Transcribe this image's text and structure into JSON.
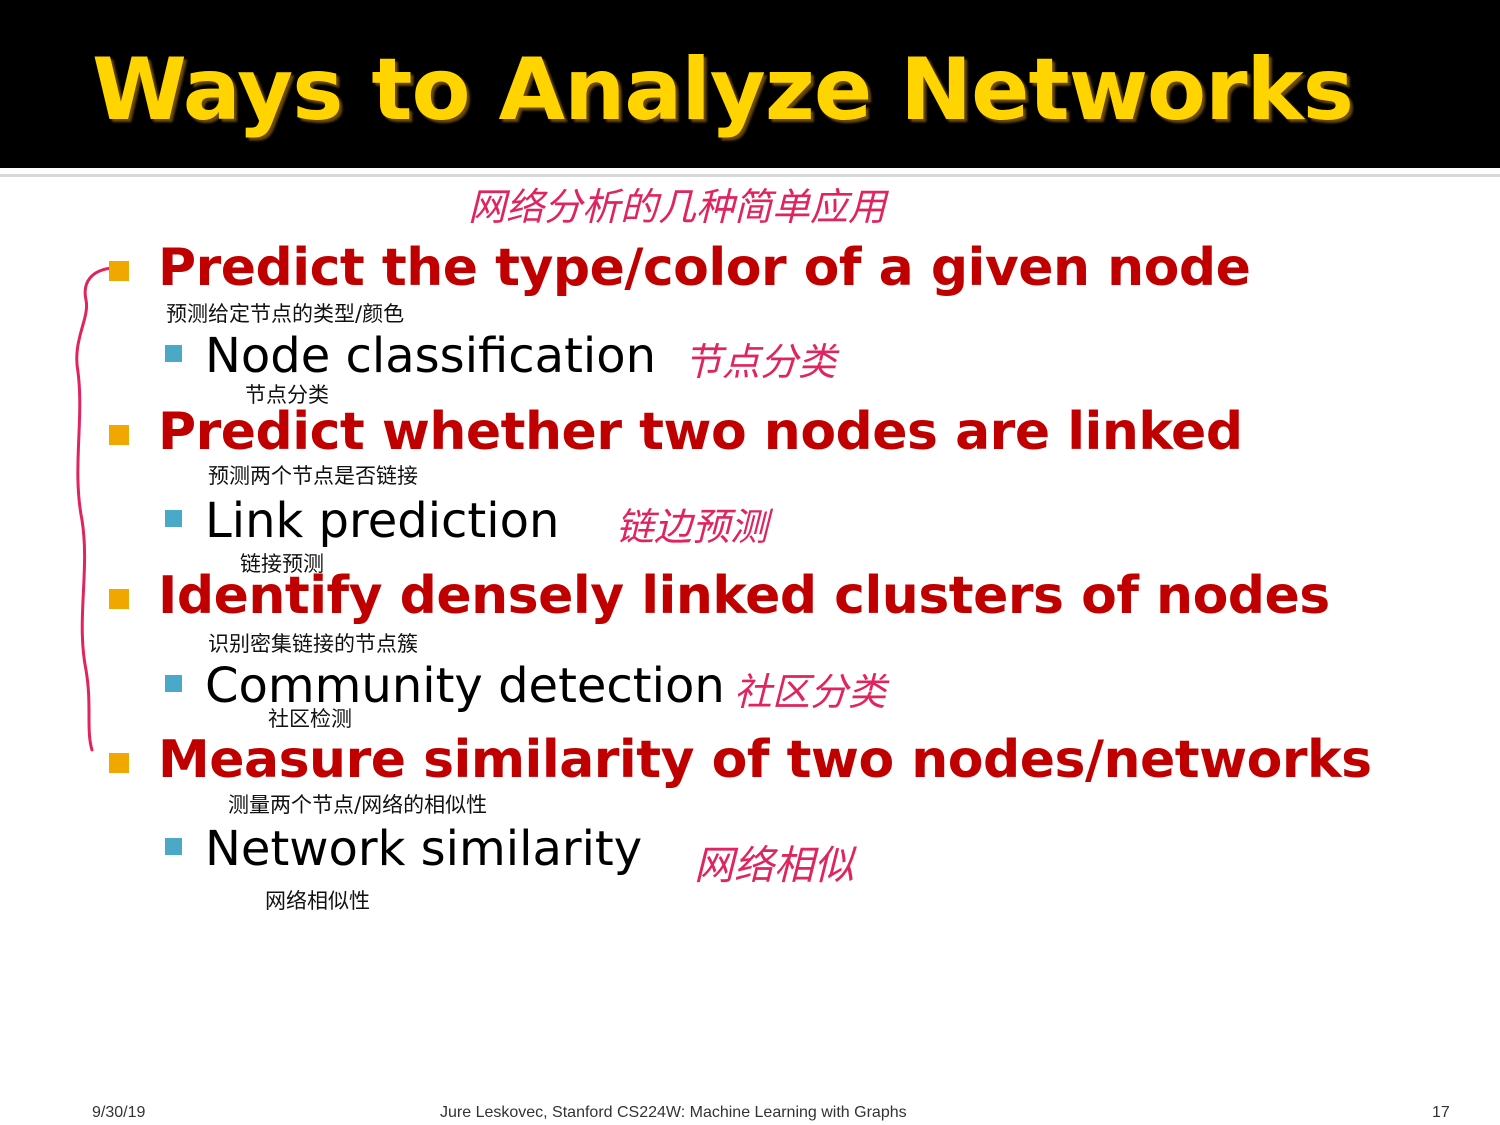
{
  "slide": {
    "title": "Ways to Analyze Networks",
    "title_annotation": "网络分析的几种简单应用",
    "colors": {
      "title": "#ffd400",
      "heading": "#c00000",
      "annotation": "#e0245e",
      "bullet1": "#f0a800",
      "bullet2": "#4aa8c9"
    },
    "items": [
      {
        "heading": "Predict the type/color of a given node",
        "heading_note": "预测给定节点的类型/颜色",
        "sub": "Node classification",
        "sub_note": "节点分类",
        "handwritten": "节点分类"
      },
      {
        "heading": "Predict whether two nodes are linked",
        "heading_note": "预测两个节点是否链接",
        "sub": "Link prediction",
        "sub_note": "链接预测",
        "handwritten": "链边预测"
      },
      {
        "heading": "Identify densely linked clusters of nodes",
        "heading_note": "识别密集链接的节点簇",
        "sub": "Community detection",
        "sub_note": "社区检测",
        "handwritten": "社区分类"
      },
      {
        "heading": "Measure similarity of two nodes/networks",
        "heading_note": "测量两个节点/网络的相似性",
        "sub": "Network similarity",
        "sub_note": "网络相似性",
        "handwritten": "网络相似"
      }
    ]
  },
  "footer": {
    "date": "9/30/19",
    "credit": "Jure Leskovec, Stanford CS224W: Machine Learning with Graphs",
    "page": "17"
  }
}
